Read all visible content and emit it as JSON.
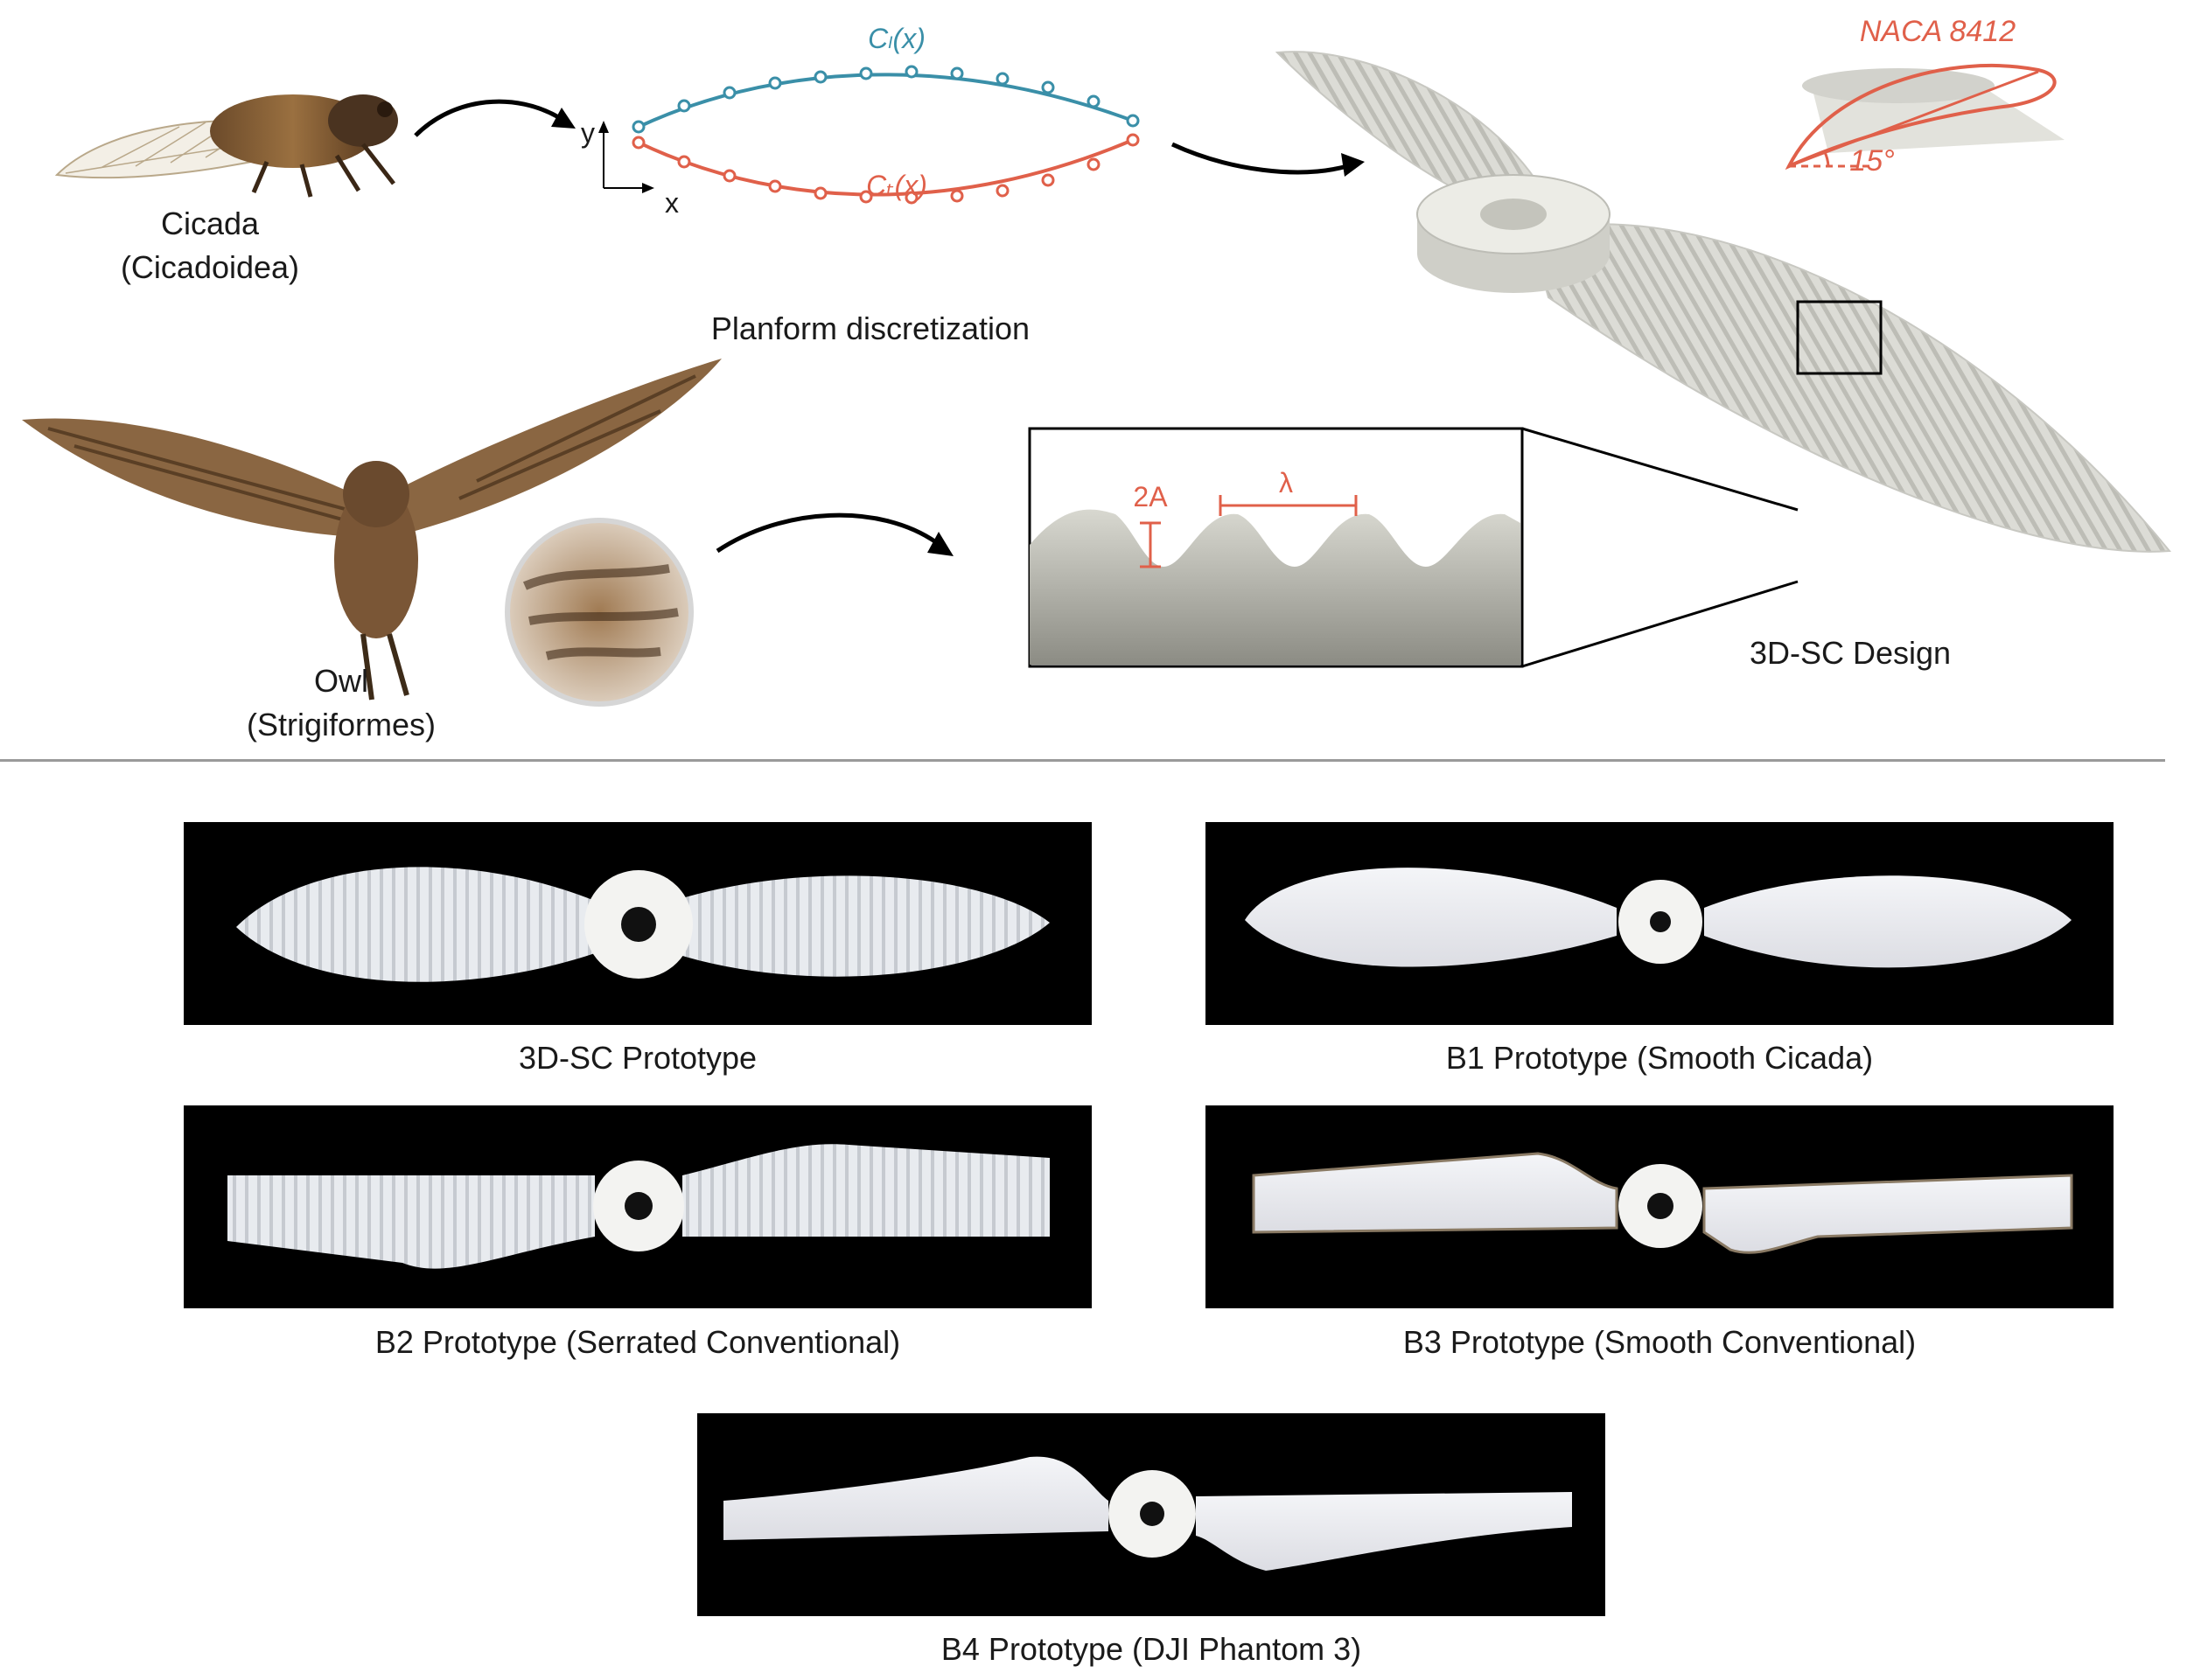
{
  "top": {
    "cicada_name": "Cicada",
    "cicada_latin": "(Cicadoidea)",
    "owl_name": "Owl",
    "owl_latin": "(Strigiformes)",
    "axis_y": "y",
    "axis_x": "x",
    "curve_upper": "Cₗ(x)",
    "curve_lower": "Cₜ(x)",
    "planform_caption": "Planform discretization",
    "naca_label": "NACA 8412",
    "angle_label": "15°",
    "amp_label": "2A",
    "wavelength_label": "λ",
    "design_caption": "3D-SC Design"
  },
  "colors": {
    "upper_curve": "#3a8fa8",
    "lower_curve": "#e0604a",
    "annotation": "#e0604a",
    "panel_bg": "#000000",
    "propeller": "#e9ecef"
  },
  "prototypes": [
    {
      "caption": "3D-SC Prototype"
    },
    {
      "caption": "B1 Prototype (Smooth Cicada)"
    },
    {
      "caption": "B2 Prototype (Serrated Conventional)"
    },
    {
      "caption": "B3 Prototype (Smooth Conventional)"
    },
    {
      "caption": "B4 Prototype (DJI Phantom 3)"
    }
  ]
}
